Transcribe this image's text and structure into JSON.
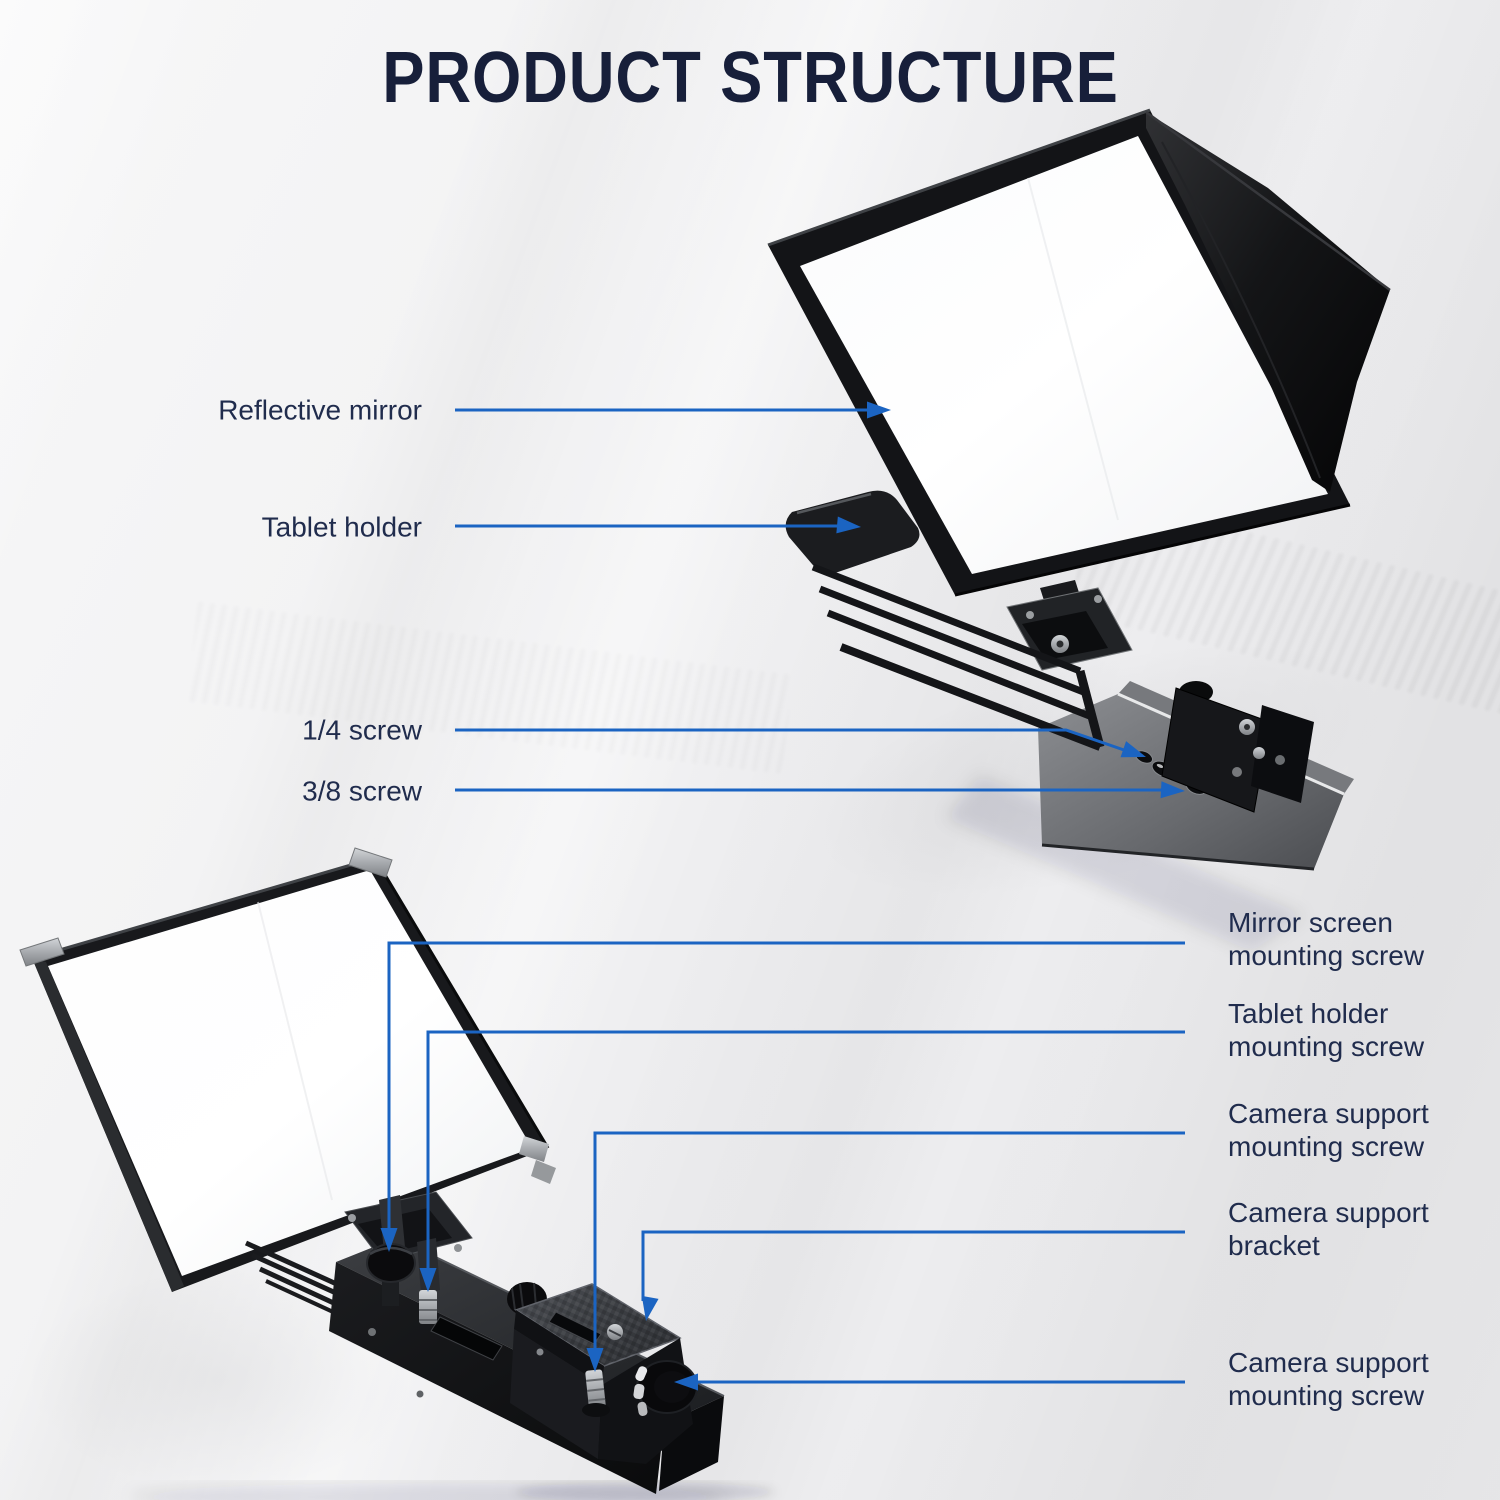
{
  "title": "PRODUCT STRUCTURE",
  "colors": {
    "accent_blue": "#1b64c2",
    "title_navy": "#171f3a",
    "label_navy": "#202c4d",
    "background_gray": "#f0f0f1"
  },
  "callouts": {
    "left": [
      {
        "label": "Reflective mirror"
      },
      {
        "label": "Tablet holder"
      },
      {
        "label": "1/4 screw"
      },
      {
        "label": "3/8 screw"
      }
    ],
    "right": [
      {
        "line1": "Mirror screen",
        "line2": "mounting screw"
      },
      {
        "line1": "Tablet holder",
        "line2": "mounting screw"
      },
      {
        "line1": "Camera support",
        "line2": "mounting screw"
      },
      {
        "line1": "Camera support",
        "line2": "bracket"
      },
      {
        "line1": "Camera support",
        "line2": "mounting screw"
      }
    ]
  },
  "figures": {
    "top": "teleprompter-assembled-with-hood",
    "bottom": "teleprompter-base-side-view"
  }
}
